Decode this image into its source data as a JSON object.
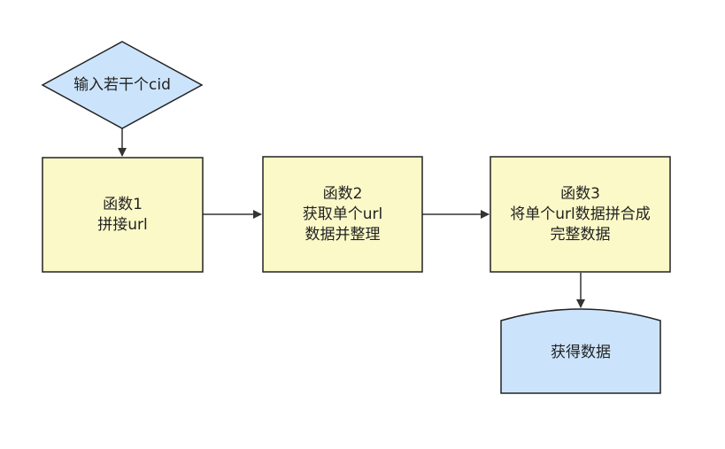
{
  "colors": {
    "process_fill": "#fbf9c8",
    "input_fill": "#cce4fb",
    "stroke": "#222222",
    "connector": "#333333",
    "background": "#ffffff"
  },
  "nodes": {
    "input": {
      "shape": "diamond",
      "label": "输入若干个cid"
    },
    "func1": {
      "shape": "rectangle",
      "lines": [
        "函数1",
        "拼接url"
      ]
    },
    "func2": {
      "shape": "rectangle",
      "lines": [
        "函数2",
        "获取单个url",
        "数据并整理"
      ]
    },
    "func3": {
      "shape": "rectangle",
      "lines": [
        "函数3",
        "将单个url数据拼合成",
        "完整数据"
      ]
    },
    "output": {
      "shape": "data-store",
      "label": "获得数据"
    }
  },
  "edges": [
    {
      "from": "input",
      "to": "func1"
    },
    {
      "from": "func1",
      "to": "func2"
    },
    {
      "from": "func2",
      "to": "func3"
    },
    {
      "from": "func3",
      "to": "output"
    }
  ]
}
